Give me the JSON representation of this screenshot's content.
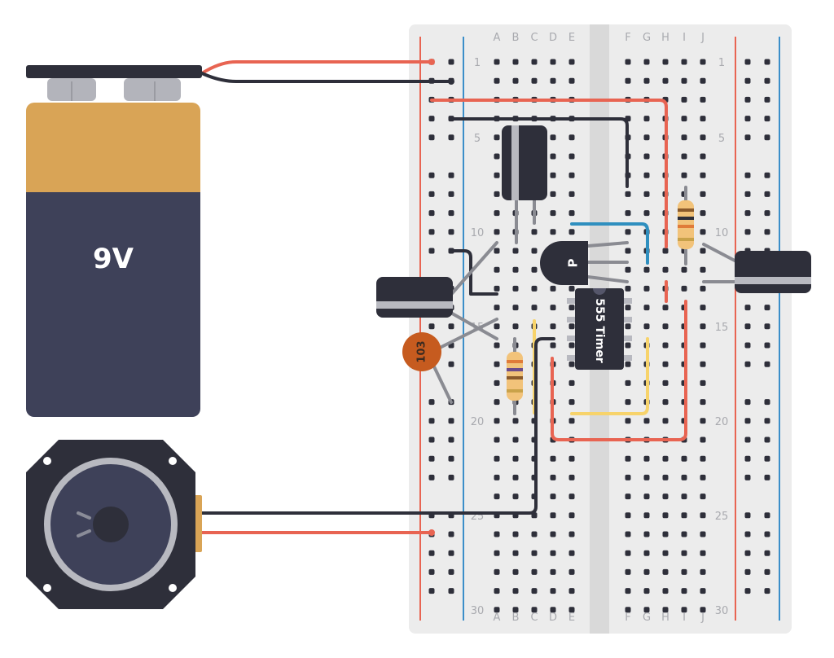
{
  "battery": {
    "label": "9V"
  },
  "capacitor": {
    "label": "103"
  },
  "transistor": {
    "label": "P"
  },
  "chip": {
    "label": "555 Timer"
  },
  "breadboard": {
    "col_letters_left": [
      "A",
      "B",
      "C",
      "D",
      "E"
    ],
    "col_letters_right": [
      "F",
      "G",
      "H",
      "I",
      "J"
    ],
    "row_numbers": [
      "1",
      "5",
      "10",
      "15",
      "20",
      "25",
      "30"
    ]
  },
  "colors": {
    "wire_red": "#e86452",
    "wire_black": "#2e2f3a",
    "wire_blue": "#2f8fbf",
    "wire_yellow": "#f7d36b",
    "rail_red": "#e86452",
    "rail_blue": "#3b8ec9",
    "battery_top": "#d9a456",
    "battery_body": "#3e4159",
    "board": "#ececec"
  }
}
